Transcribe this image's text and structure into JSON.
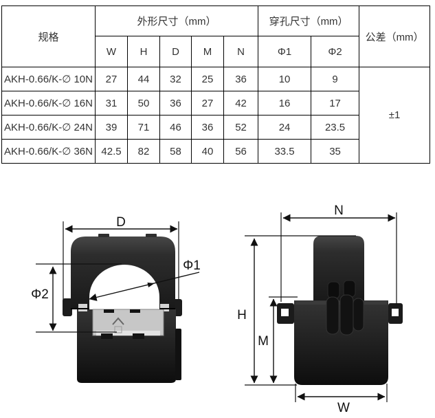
{
  "table": {
    "col_spec": "规格",
    "group_outer": "外形尺寸（mm）",
    "group_hole": "穿孔尺寸（mm）",
    "col_tolerance": "公差（mm）",
    "sub_headers": [
      "W",
      "H",
      "D",
      "M",
      "N",
      "Φ1",
      "Φ2"
    ],
    "rows": [
      {
        "spec": "AKH-0.66/K-∅ 10N",
        "values": [
          "27",
          "44",
          "32",
          "25",
          "36",
          "10",
          "9"
        ]
      },
      {
        "spec": "AKH-0.66/K-∅ 16N",
        "values": [
          "31",
          "50",
          "36",
          "27",
          "42",
          "16",
          "17"
        ]
      },
      {
        "spec": "AKH-0.66/K-∅ 24N",
        "values": [
          "39",
          "71",
          "46",
          "36",
          "52",
          "24",
          "23.5"
        ]
      },
      {
        "spec": "AKH-0.66/K-∅ 36N",
        "values": [
          "42.5",
          "82",
          "58",
          "40",
          "56",
          "33.5",
          "35"
        ]
      }
    ],
    "tolerance_value": "±1"
  },
  "figures": {
    "front_view": {
      "labels": {
        "d": "D",
        "phi1": "Φ1",
        "phi2": "Φ2"
      }
    },
    "side_view": {
      "labels": {
        "n": "N",
        "h": "H",
        "m": "M",
        "w": "W"
      }
    }
  },
  "colors": {
    "table_green": "#c7e1b5",
    "table_border": "#000000",
    "product_body": "#1e1e1e",
    "recess_gray": "#c7c7c7"
  }
}
